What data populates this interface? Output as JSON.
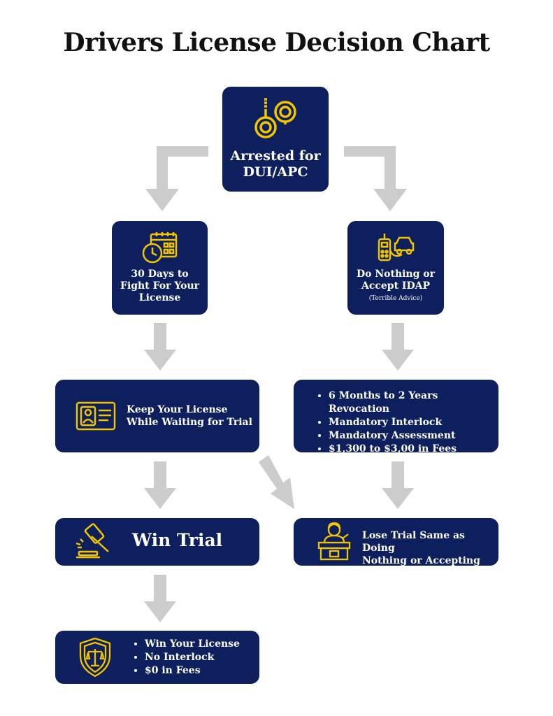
{
  "title": "Drivers License Decision Chart",
  "colors": {
    "box": "#0d1f5c",
    "accent": "#f2c500",
    "arrow": "#cccccc"
  },
  "nodes": {
    "arrested": {
      "line1": "Arrested for",
      "line2": "DUI/APC",
      "icon": "handcuffs-icon"
    },
    "fight": {
      "line1": "30 Days to",
      "line2": "Fight For Your",
      "line3": "License",
      "icon": "calendar-clock-icon"
    },
    "nothing": {
      "line1": "Do Nothing or",
      "line2": "Accept IDAP",
      "note": "(Terrible Advice)",
      "icon": "breathalyzer-car-icon"
    },
    "keep": {
      "line1": "Keep Your License",
      "line2": "While Waiting for Trial",
      "icon": "license-card-icon"
    },
    "revocation": {
      "items": [
        "6 Months to 2 Years Revocation",
        "Mandatory Interlock",
        "Mandatory Assessment",
        "$1,300 to $3,00 in Fees"
      ]
    },
    "win": {
      "label": "Win Trial",
      "icon": "gavel-icon"
    },
    "lose": {
      "line1": "Lose Trial Same as Doing",
      "line2": "Nothing or Accepting IDAP",
      "icon": "judge-bench-icon"
    },
    "result": {
      "items": [
        "Win Your License",
        "No Interlock",
        "$0 in Fees"
      ],
      "icon": "shield-scales-icon"
    }
  }
}
